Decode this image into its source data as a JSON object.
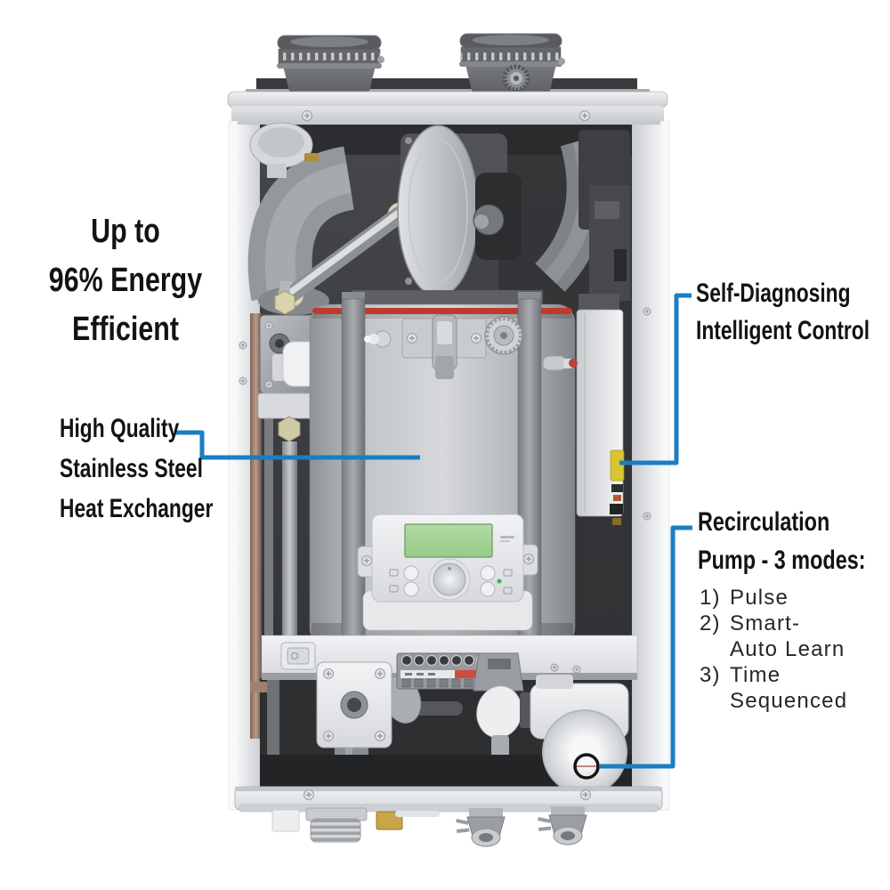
{
  "page": {
    "background": "#ffffff",
    "description": "Cutaway product view of a condensing tankless water heater with feature callouts"
  },
  "callouts": {
    "line_color": "#1b7ec2",
    "annotation_ring_color": "#141414",
    "energy": {
      "lines": [
        "Up to",
        "96% Energy",
        "Efficient"
      ]
    },
    "heat_exchanger": {
      "lines": [
        "High Quality",
        "Stainless Steel",
        "Heat Exchanger"
      ]
    },
    "intelligent_control": {
      "lines": [
        "Self-Diagnosing",
        "Intelligent Control"
      ]
    },
    "recirculation": {
      "title_lines": [
        "Recirculation",
        "Pump - 3 modes:"
      ],
      "modes": [
        {
          "num": "1)",
          "lines": [
            "Pulse",
            ""
          ]
        },
        {
          "num": "2)",
          "lines": [
            "Smart-",
            "Auto Learn"
          ]
        },
        {
          "num": "3)",
          "lines": [
            "Time",
            "Sequenced"
          ]
        }
      ]
    }
  },
  "product": {
    "colors": {
      "casing": "#eceef0",
      "interior_dark": "#3a3b3d",
      "tank_band_red": "#c0392f",
      "lcd_green": "#a4d496",
      "status_led_green": "#3fae4a",
      "control_board_yellow": "#d9c52f",
      "copper_pipe": "#a98875",
      "brass_fitting": "#c8a546"
    }
  }
}
